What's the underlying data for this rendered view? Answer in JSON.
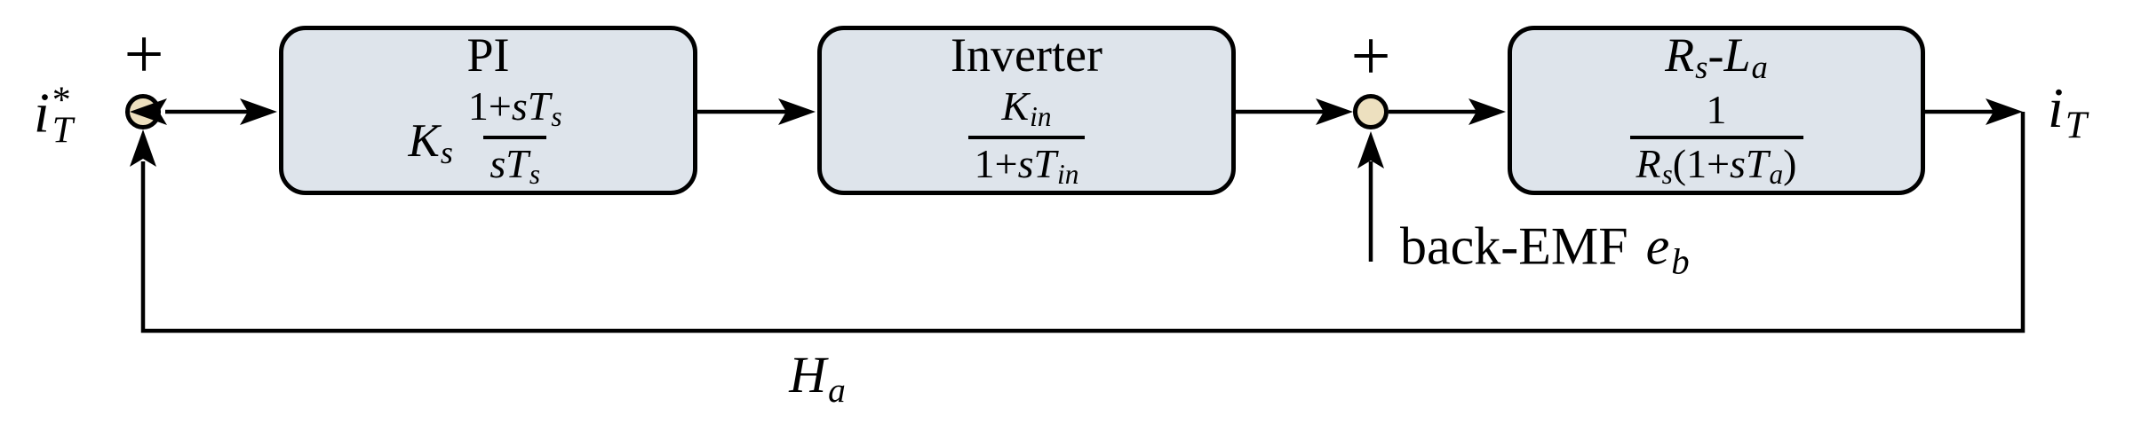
{
  "diagram": {
    "type": "control-block-diagram",
    "input_label": {
      "base": "i",
      "sup": "*",
      "sub": "T"
    },
    "output_label": {
      "base": "i",
      "sub": "T"
    },
    "feedback_label": {
      "base": "H",
      "sub": "a"
    },
    "back_emf_label": {
      "text": "back-EMF",
      "var_base": "e",
      "var_sub": "b"
    },
    "junction1": {
      "sign": "+"
    },
    "junction2": {
      "sign": "+"
    },
    "blocks": {
      "pi": {
        "title": "PI",
        "coef_base": "K",
        "coef_sub": "s",
        "num_pre": "1+",
        "num_base": "sT",
        "num_sub": "s",
        "den_base": "sT",
        "den_sub": "s"
      },
      "inverter": {
        "title": "Inverter",
        "num_base": "K",
        "num_sub": "in",
        "den_pre": "1+",
        "den_base": "sT",
        "den_sub": "in"
      },
      "rs_la": {
        "title_base1": "R",
        "title_sub1": "s",
        "title_dash": "-",
        "title_base2": "L",
        "title_sub2": "a",
        "num": "1",
        "den_base1": "R",
        "den_sub1": "s",
        "den_mid": "(1+",
        "den_base2": "sT",
        "den_sub2": "a",
        "den_close": ")"
      }
    },
    "colors": {
      "block_fill": "#dee4eb",
      "block_border": "#000000",
      "junction_fill": "#ede0bf",
      "line": "#000000",
      "background": "#ffffff"
    }
  }
}
